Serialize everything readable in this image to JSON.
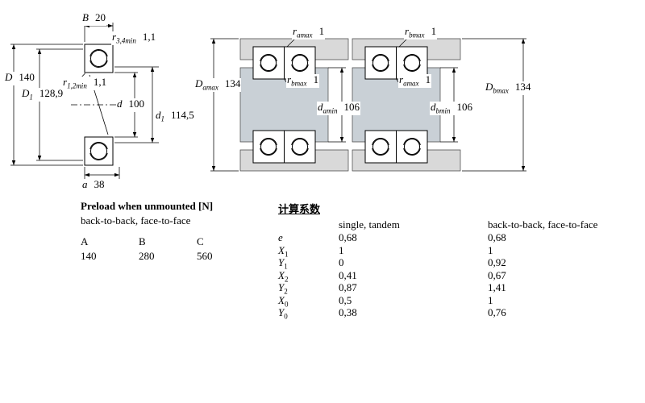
{
  "drawing": {
    "bearing": {
      "B": {
        "sym": "B",
        "sub": "",
        "val": "20"
      },
      "r34": {
        "sym": "r",
        "sub": "3,4min",
        "val": "1,1"
      },
      "D": {
        "sym": "D",
        "sub": "",
        "val": "140"
      },
      "r12": {
        "sym": "r",
        "sub": "1,2min",
        "val": "1,1"
      },
      "D1": {
        "sym": "D",
        "sub": "1",
        "val": "128,9"
      },
      "d": {
        "sym": "d",
        "sub": "",
        "val": "100"
      },
      "d1": {
        "sym": "d",
        "sub": "1",
        "val": "114,5"
      },
      "a": {
        "sym": "a",
        "sub": "",
        "val": "38"
      }
    },
    "arrangement_a": {
      "ra": {
        "sym": "r",
        "sub": "amax",
        "val": "1"
      },
      "Da": {
        "sym": "D",
        "sub": "amax",
        "val": "134"
      },
      "rb": {
        "sym": "r",
        "sub": "bmax",
        "val": "1"
      },
      "da": {
        "sym": "d",
        "sub": "amin",
        "val": "106"
      }
    },
    "arrangement_b": {
      "rb": {
        "sym": "r",
        "sub": "bmax",
        "val": "1"
      },
      "ra": {
        "sym": "r",
        "sub": "amax",
        "val": "1"
      },
      "Db": {
        "sym": "D",
        "sub": "bmax",
        "val": "134"
      },
      "db": {
        "sym": "d",
        "sub": "bmin",
        "val": "106"
      }
    }
  },
  "preload_table": {
    "title": "Preload when unmounted [N]",
    "subtitle": "back-to-back, face-to-face",
    "columns": [
      "A",
      "B",
      "C"
    ],
    "values": [
      "140",
      "280",
      "560"
    ]
  },
  "factors_table": {
    "title": "计算系数",
    "col1_header": "single, tandem",
    "col2_header": "back-to-back, face-to-face",
    "rows": [
      {
        "sym": "e",
        "sub": "",
        "single": "0,68",
        "paired": "0,68"
      },
      {
        "sym": "X",
        "sub": "1",
        "single": "1",
        "paired": "1"
      },
      {
        "sym": "Y",
        "sub": "1",
        "single": "0",
        "paired": "0,92"
      },
      {
        "sym": "X",
        "sub": "2",
        "single": "0,41",
        "paired": "0,67"
      },
      {
        "sym": "Y",
        "sub": "2",
        "single": "0,87",
        "paired": "1,41"
      },
      {
        "sym": "X",
        "sub": "0",
        "single": "0,5",
        "paired": "1"
      },
      {
        "sym": "Y",
        "sub": "0",
        "single": "0,38",
        "paired": "0,76"
      }
    ]
  }
}
